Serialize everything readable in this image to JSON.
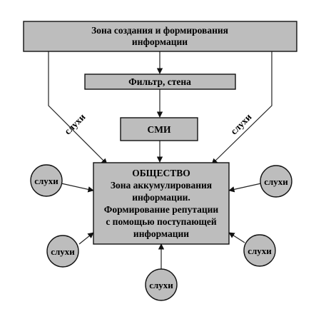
{
  "top_box": {
    "line1": "Зона создания и формирования",
    "line2": "информации"
  },
  "filter_box": {
    "label": "Фильтр, стена"
  },
  "media_box": {
    "label": "СМИ"
  },
  "society_box": {
    "title": "ОБЩЕСТВО",
    "line1": "Зона аккумулирования",
    "line2": "информации.",
    "line3": "Формирование репутации",
    "line4": "с помощью поступающей",
    "line5": "информации"
  },
  "side_labels": {
    "left": "слухи",
    "right": "слухи"
  },
  "rumor_circles": {
    "left_top": "слухи",
    "left_bottom": "слухи",
    "right_top": "слухи",
    "right_bottom": "слухи",
    "bottom": "слухи"
  },
  "colors": {
    "box_fill": "#bdbdbd",
    "stroke": "#111111"
  }
}
